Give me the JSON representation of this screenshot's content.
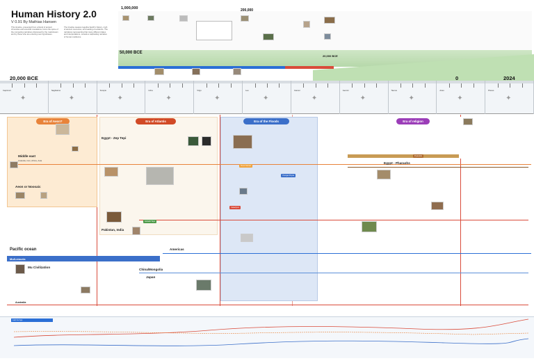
{
  "header": {
    "title": "Human History 2.0",
    "version": "V 0.91 By Mathias Hansen",
    "intro": "This timeline, presented from a blend of ancient chronicles and scientific revelations, forms the spine of the competing narratives discussed by the mainstream and by those who are entering new hypotheses.",
    "intro2": "The timeline weaves together Earth's history, myth of ancient memories, and reading of evidence. The narratives representing that many different dates and interpretations, reveals a captivating narrative of human resilience."
  },
  "scale_labels": {
    "one_million": "1,000,000",
    "fifty_k": "50,000 BCE",
    "two_hundred_k": "200,000",
    "twenty_k": "20,000 BCE",
    "zero": "0",
    "year_2024": "2024",
    "twenty_k_mini": "20,000 BCE"
  },
  "zodiac": [
    {
      "name": "Capricorn"
    },
    {
      "name": "Sagittarius"
    },
    {
      "name": "Scorpio"
    },
    {
      "name": "Libra"
    },
    {
      "name": "Virgo"
    },
    {
      "name": "Leo"
    },
    {
      "name": "Cancer"
    },
    {
      "name": "Gemini"
    },
    {
      "name": "Taurus"
    },
    {
      "name": "Aries"
    },
    {
      "name": "Pisces"
    }
  ],
  "eras": {
    "ancient": "Era of Aeon?",
    "atlantis": "Era of Atlantis",
    "floods": "Era of the Floods",
    "religion": "Era of religion"
  },
  "rows": {
    "middle_east": "Middle east",
    "middle_east_sub": "Anatolia, Iran, Africa, Asia",
    "aeon_noosaic": "Aeon or Noosaic",
    "egypt_zep_tepi": "Egypt - Zep Tepi",
    "egypt_pharaohs": "Egypt - Pharaohs",
    "americas": "Americas",
    "pakistan_india": "Pakistan, India",
    "china_mongolia": "China/Mongolia",
    "japan": "Japan",
    "pacific": "Pacific ocean",
    "mu_lemuria": "Mu/Lemuria",
    "mu_civilization": "Mu Civilization",
    "australia": "Australia"
  },
  "tags": {
    "flood_story": "Flood Stories",
    "younger_dryas": "Younger Dryas",
    "cataclysm": "Cataclysm",
    "last_ice_age": "Last Ice Age",
    "pyramids": "Pyramids",
    "gobekli": "Gobekli Tepe"
  }
}
